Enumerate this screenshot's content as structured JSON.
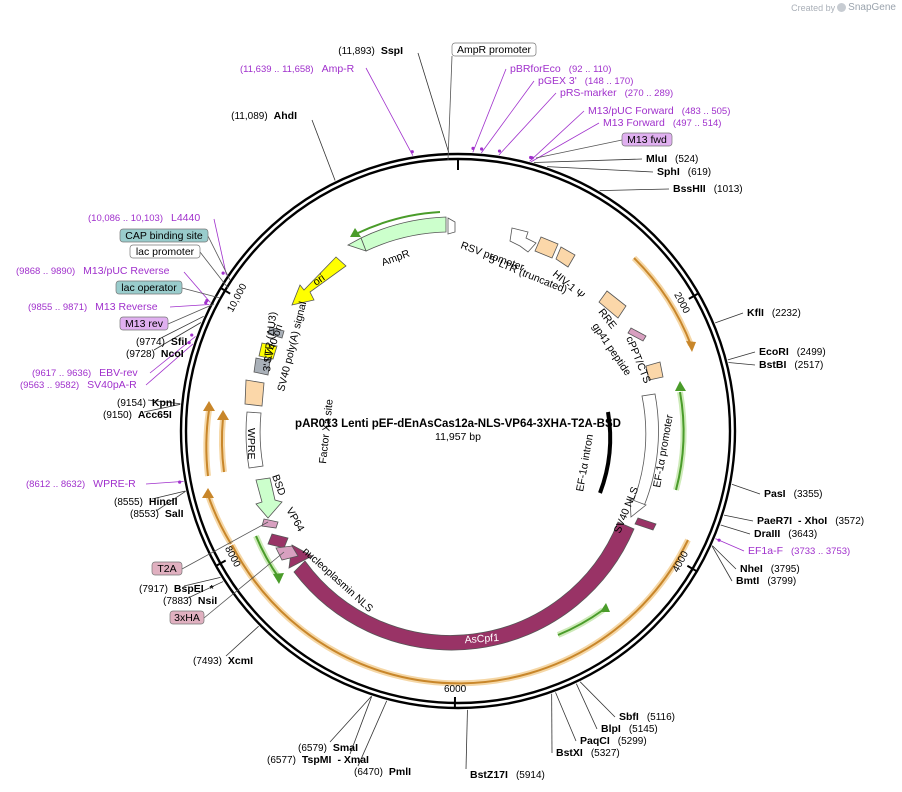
{
  "credit": {
    "prefix": "Created by",
    "brand": "SnapGene"
  },
  "plasmid": {
    "name": "pAR013 Lenti pEF-dEnAsCas12a-NLS-VP64-3XHA-T2A-BSD",
    "size": "11,957 bp",
    "length": 11957
  },
  "colors": {
    "backbone": "#000000",
    "purple": "#a030cc",
    "cas": "#993366",
    "orange": "#e69a2e",
    "green": "#4a9c2a",
    "mint": "#ccffcc",
    "peach": "#fbd7a9"
  },
  "ticks": [
    {
      "pos": 2000,
      "label": "2000"
    },
    {
      "pos": 4000,
      "label": "4000"
    },
    {
      "pos": 6000,
      "label": "6000"
    },
    {
      "pos": 8000,
      "label": "8000"
    },
    {
      "pos": 10000,
      "label": "10,000"
    }
  ],
  "enzymes": [
    {
      "name": "SspI",
      "pos": "(11,893)",
      "site": 11893
    },
    {
      "name": "AhdI",
      "pos": "(11,089)",
      "site": 11089
    },
    {
      "name": "MluI",
      "pos": "(524)",
      "site": 524
    },
    {
      "name": "SphI",
      "pos": "(619)",
      "site": 619
    },
    {
      "name": "BssHII",
      "pos": "(1013)",
      "site": 1013
    },
    {
      "name": "KflI",
      "pos": "(2232)",
      "site": 2232
    },
    {
      "name": "EcoRI",
      "pos": "(2499)",
      "site": 2499
    },
    {
      "name": "BstBI",
      "pos": "(2517)",
      "site": 2517
    },
    {
      "name": "PasI",
      "pos": "(3355)",
      "site": 3355
    },
    {
      "name": "PaeR7I",
      "pos": "(3572)",
      "site": 3572,
      "prefix": "",
      "suffix": "- XhoI"
    },
    {
      "name": "DraIII",
      "pos": "(3643)",
      "site": 3643
    },
    {
      "name": "NheI",
      "pos": "(3795)",
      "site": 3795
    },
    {
      "name": "BmtI",
      "pos": "(3799)",
      "site": 3799
    },
    {
      "name": "SbfI",
      "pos": "(5116)",
      "site": 5116
    },
    {
      "name": "BlpI",
      "pos": "(5145)",
      "site": 5145
    },
    {
      "name": "PaqCI",
      "pos": "(5299)",
      "site": 5299
    },
    {
      "name": "BstXI",
      "pos": "(5327)",
      "site": 5327
    },
    {
      "name": "BstZ17I",
      "pos": "(5914)",
      "site": 5914
    },
    {
      "name": "PmlI",
      "pos": "(6470)",
      "site": 6470
    },
    {
      "name": "TspMI",
      "pos": "(6577)",
      "site": 6577,
      "suffix": "- XmaI"
    },
    {
      "name": "SmaI",
      "pos": "(6579)",
      "site": 6579
    },
    {
      "name": "XcmI",
      "pos": "(7493)",
      "site": 7493
    },
    {
      "name": "NsiI",
      "pos": "(7883)",
      "site": 7883
    },
    {
      "name": "BspEI",
      "pos": "(7917)",
      "site": 7917,
      "suffix": "*"
    },
    {
      "name": "SalI",
      "pos": "(8553)",
      "site": 8553
    },
    {
      "name": "HincII",
      "pos": "(8555)",
      "site": 8555
    },
    {
      "name": "Acc65I",
      "pos": "(9150)",
      "site": 9150
    },
    {
      "name": "KpnI",
      "pos": "(9154)",
      "site": 9154
    },
    {
      "name": "NcoI",
      "pos": "(9728)",
      "site": 9728
    },
    {
      "name": "SfiI",
      "pos": "(9774)",
      "site": 9774
    }
  ],
  "primers": [
    {
      "name": "Amp-R",
      "pos": "(11,639 .. 11,658)",
      "site": 11648
    },
    {
      "name": "pBRforEco",
      "pos": "(92 .. 110)",
      "site": 101
    },
    {
      "name": "pGEX 3'",
      "pos": "(148 .. 170)",
      "site": 159
    },
    {
      "name": "pRS-marker",
      "pos": "(270 .. 289)",
      "site": 280
    },
    {
      "name": "M13/pUC Forward",
      "pos": "(483 .. 505)",
      "site": 494
    },
    {
      "name": "M13 Forward",
      "pos": "(497 .. 514)",
      "site": 505
    },
    {
      "name": "L4440",
      "pos": "(10,086 .. 10,103)",
      "site": 10094
    },
    {
      "name": "M13/pUC Reverse",
      "pos": "(9868 .. 9890)",
      "site": 9879
    },
    {
      "name": "M13 Reverse",
      "pos": "(9855 .. 9871)",
      "site": 9863
    },
    {
      "name": "EBV-rev",
      "pos": "(9617 .. 9636)",
      "site": 9626
    },
    {
      "name": "SV40pA-R",
      "pos": "(9563 .. 9582)",
      "site": 9572
    },
    {
      "name": "WPRE-R",
      "pos": "(8612 .. 8632)",
      "site": 8622
    },
    {
      "name": "EF1a-F",
      "pos": "(3733 .. 3753)",
      "site": 3743
    }
  ],
  "boxed": [
    {
      "label": "AmpR promoter",
      "style": "white"
    },
    {
      "label": "M13 fwd",
      "style": "lilac"
    },
    {
      "label": "CAP binding site",
      "style": "teal"
    },
    {
      "label": "lac promoter",
      "style": "white"
    },
    {
      "label": "lac operator",
      "style": "teal"
    },
    {
      "label": "M13 rev",
      "style": "lilac"
    },
    {
      "label": "T2A",
      "style": "pink"
    },
    {
      "label": "3xHA",
      "style": "pink"
    }
  ],
  "features": [
    {
      "label": "AmpR"
    },
    {
      "label": "ori"
    },
    {
      "label": "RSV promoter"
    },
    {
      "label": "5' LTR (truncated)"
    },
    {
      "label": "HIV-1 Ψ"
    },
    {
      "label": "RRE"
    },
    {
      "label": "gp41 peptide"
    },
    {
      "label": "cPPT/CTS"
    },
    {
      "label": "EF-1α promoter"
    },
    {
      "label": "EF-1α intron"
    },
    {
      "label": "SV40 NLS"
    },
    {
      "label": "AsCpf1"
    },
    {
      "label": "nucleoplasmin NLS"
    },
    {
      "label": "VP64"
    },
    {
      "label": "BSD"
    },
    {
      "label": "WPRE"
    },
    {
      "label": "3' LTR (ΔU3)"
    },
    {
      "label": "SV40 poly(A) signal"
    },
    {
      "label": "SV40 ori"
    },
    {
      "label": "Factor Xa site"
    }
  ]
}
